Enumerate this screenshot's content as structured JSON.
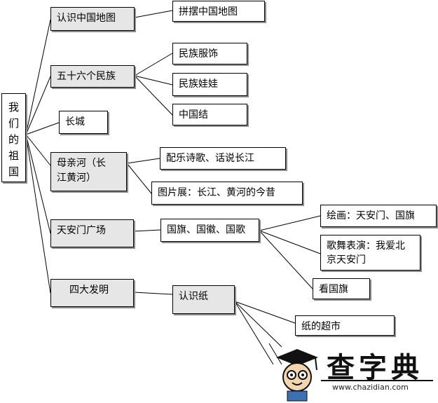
{
  "diagram": {
    "root": "我\n们\n的\n祖\n国",
    "topics": [
      {
        "label": "认识中国地图",
        "children": [
          {
            "label": "拼摆中国地图"
          }
        ]
      },
      {
        "label": "五十六个民族",
        "children": [
          {
            "label": "民族服饰"
          },
          {
            "label": "民族娃娃"
          },
          {
            "label": "中国结"
          }
        ]
      },
      {
        "label": "长城",
        "children": []
      },
      {
        "label": "母亲河（长\n江黄河）",
        "children": [
          {
            "label": "配乐诗歌、话说长江"
          },
          {
            "label": "图片展：长江、黄河的今昔"
          }
        ]
      },
      {
        "label": "天安门广场",
        "children": [
          {
            "label": "国旗、国徽、国歌",
            "children": [
              {
                "label": "绘画：天安门、国旗"
              },
              {
                "label": "歌舞表演：我爱北\n京天安门"
              },
              {
                "label": "看国旗"
              }
            ]
          }
        ]
      },
      {
        "label": "四大发明",
        "children": [
          {
            "label": "认识纸",
            "children": [
              {
                "label": "纸的超市"
              }
            ]
          }
        ]
      }
    ]
  },
  "watermark": {
    "brand": "查字典",
    "url": "www.chazidian.com"
  },
  "colors": {
    "line": "#000000",
    "shadow": "#8c8c8c",
    "highlight": "#e6e6e6"
  }
}
